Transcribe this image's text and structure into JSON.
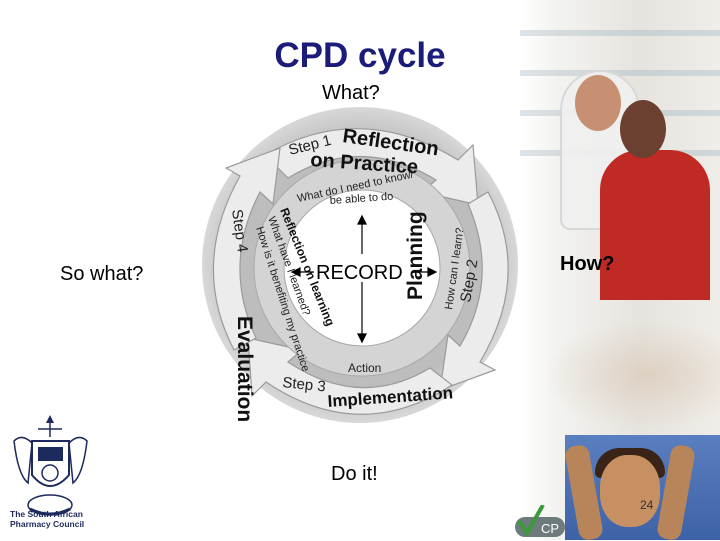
{
  "title": "CPD cycle",
  "cycle": {
    "top_question": "What?",
    "right_question": "How?",
    "left_question": "So what?",
    "bottom_instruction": "Do it!",
    "center": "RECORD",
    "steps": [
      {
        "step": "Step 1",
        "name": "Reflection on Practice",
        "line1": "Reflection",
        "line2": "on Practice",
        "question": "What do I need to know/",
        "question2": "be able to do"
      },
      {
        "step": "Step 2",
        "name": "Planning",
        "question": "How can I learn?"
      },
      {
        "step": "Step 3",
        "name": "Implementation",
        "question": "Action"
      },
      {
        "step": "Step 4",
        "name": "Evaluation",
        "question_title": "Reflection on learning",
        "question": "What have I learned?",
        "question2": "How is it benefiting my practice"
      }
    ]
  },
  "logo": {
    "line1": "The South African",
    "line2": "Pharmacy Council"
  },
  "cpd_badge": "CP",
  "page_number": "24",
  "colors": {
    "title": "#1b1b7a",
    "ring": "#c9c9c9",
    "arrow": "#e8e8e8"
  }
}
